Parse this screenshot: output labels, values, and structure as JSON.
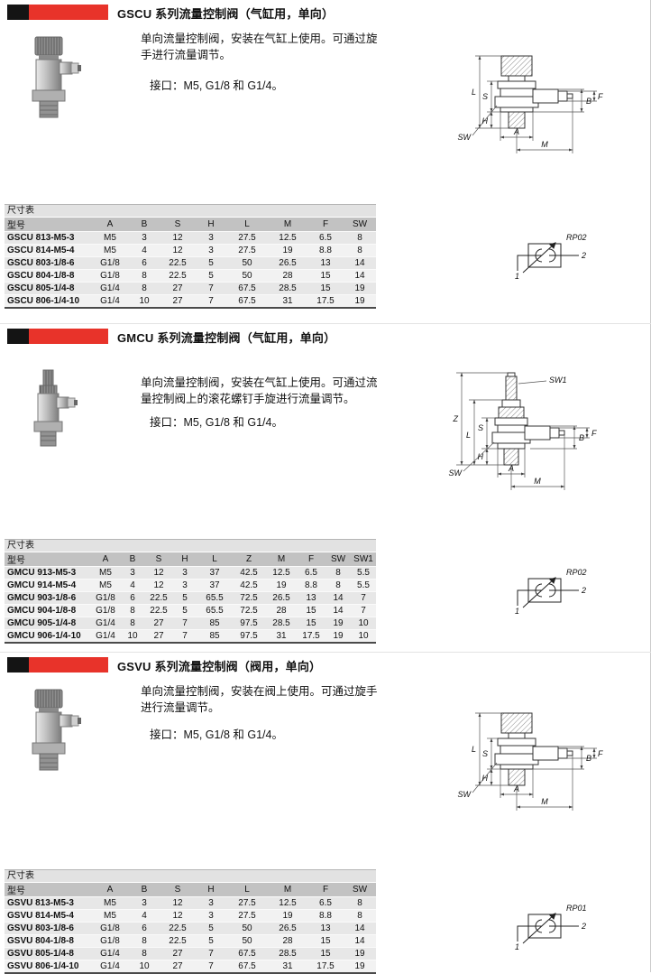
{
  "colors": {
    "header_red": "#e8332a",
    "header_black": "#141414",
    "table_header_bg": "#c2c2c2"
  },
  "sections": [
    {
      "title": "GSCU 系列流量控制阀（气缸用，单向）",
      "description": [
        "单向流量控制阀，安装在气缸上使用。可通过旋",
        "手进行流量调节。"
      ],
      "ports": "接口：M5, G1/8 和 G1/4。",
      "table_label": "尺寸表",
      "symbol": {
        "label": "RP02",
        "port1": "1",
        "port2": "2"
      },
      "drawing": {
        "L": "L",
        "S": "S",
        "H": "H",
        "SW": "SW",
        "A": "A",
        "M": "M",
        "B": "B",
        "F": "F"
      },
      "table": {
        "columns": [
          "型号",
          "A",
          "B",
          "S",
          "H",
          "L",
          "M",
          "F",
          "SW"
        ],
        "rows": [
          [
            "GSCU 813-M5-3",
            "M5",
            "3",
            "12",
            "3",
            "27.5",
            "12.5",
            "6.5",
            "8"
          ],
          [
            "GSCU 814-M5-4",
            "M5",
            "4",
            "12",
            "3",
            "27.5",
            "19",
            "8.8",
            "8"
          ],
          [
            "GSCU 803-1/8-6",
            "G1/8",
            "6",
            "22.5",
            "5",
            "50",
            "26.5",
            "13",
            "14"
          ],
          [
            "GSCU 804-1/8-8",
            "G1/8",
            "8",
            "22.5",
            "5",
            "50",
            "28",
            "15",
            "14"
          ],
          [
            "GSCU 805-1/4-8",
            "G1/4",
            "8",
            "27",
            "7",
            "67.5",
            "28.5",
            "15",
            "19"
          ],
          [
            "GSCU 806-1/4-10",
            "G1/4",
            "10",
            "27",
            "7",
            "67.5",
            "31",
            "17.5",
            "19"
          ]
        ]
      }
    },
    {
      "title": "GMCU 系列流量控制阀（气缸用，单向）",
      "description": [
        "单向流量控制阀，安装在气缸上使用。可通过流",
        "量控制阀上的滚花螺钉手旋进行流量调节。"
      ],
      "ports": "接口：M5, G1/8 和 G1/4。",
      "table_label": "尺寸表",
      "symbol": {
        "label": "RP02",
        "port1": "1",
        "port2": "2"
      },
      "drawing": {
        "Z": "Z",
        "L": "L",
        "S": "S",
        "H": "H",
        "SW": "SW",
        "SW1": "SW1",
        "A": "A",
        "M": "M",
        "B": "B",
        "F": "F"
      },
      "table": {
        "columns": [
          "型号",
          "A",
          "B",
          "S",
          "H",
          "L",
          "Z",
          "M",
          "F",
          "SW",
          "SW1"
        ],
        "rows": [
          [
            "GMCU 913-M5-3",
            "M5",
            "3",
            "12",
            "3",
            "37",
            "42.5",
            "12.5",
            "6.5",
            "8",
            "5.5"
          ],
          [
            "GMCU 914-M5-4",
            "M5",
            "4",
            "12",
            "3",
            "37",
            "42.5",
            "19",
            "8.8",
            "8",
            "5.5"
          ],
          [
            "GMCU 903-1/8-6",
            "G1/8",
            "6",
            "22.5",
            "5",
            "65.5",
            "72.5",
            "26.5",
            "13",
            "14",
            "7"
          ],
          [
            "GMCU 904-1/8-8",
            "G1/8",
            "8",
            "22.5",
            "5",
            "65.5",
            "72.5",
            "28",
            "15",
            "14",
            "7"
          ],
          [
            "GMCU 905-1/4-8",
            "G1/4",
            "8",
            "27",
            "7",
            "85",
            "97.5",
            "28.5",
            "15",
            "19",
            "10"
          ],
          [
            "GMCU 906-1/4-10",
            "G1/4",
            "10",
            "27",
            "7",
            "85",
            "97.5",
            "31",
            "17.5",
            "19",
            "10"
          ]
        ]
      }
    },
    {
      "title": "GSVU 系列流量控制阀（阀用，单向）",
      "description": [
        "单向流量控制阀，安装在阀上使用。可通过旋手",
        "进行流量调节。"
      ],
      "ports": "接口：M5, G1/8 和 G1/4。",
      "table_label": "尺寸表",
      "symbol": {
        "label": "RP01",
        "port1": "1",
        "port2": "2"
      },
      "drawing": {
        "L": "L",
        "S": "S",
        "H": "H",
        "SW": "SW",
        "A": "A",
        "M": "M",
        "B": "B",
        "F": "F"
      },
      "table": {
        "columns": [
          "型号",
          "A",
          "B",
          "S",
          "H",
          "L",
          "M",
          "F",
          "SW"
        ],
        "rows": [
          [
            "GSVU 813-M5-3",
            "M5",
            "3",
            "12",
            "3",
            "27.5",
            "12.5",
            "6.5",
            "8"
          ],
          [
            "GSVU 814-M5-4",
            "M5",
            "4",
            "12",
            "3",
            "27.5",
            "19",
            "8.8",
            "8"
          ],
          [
            "GSVU 803-1/8-6",
            "G1/8",
            "6",
            "22.5",
            "5",
            "50",
            "26.5",
            "13",
            "14"
          ],
          [
            "GSVU 804-1/8-8",
            "G1/8",
            "8",
            "22.5",
            "5",
            "50",
            "28",
            "15",
            "14"
          ],
          [
            "GSVU 805-1/4-8",
            "G1/4",
            "8",
            "27",
            "7",
            "67.5",
            "28.5",
            "15",
            "19"
          ],
          [
            "GSVU 806-1/4-10",
            "G1/4",
            "10",
            "27",
            "7",
            "67.5",
            "31",
            "17.5",
            "19"
          ]
        ]
      }
    }
  ]
}
